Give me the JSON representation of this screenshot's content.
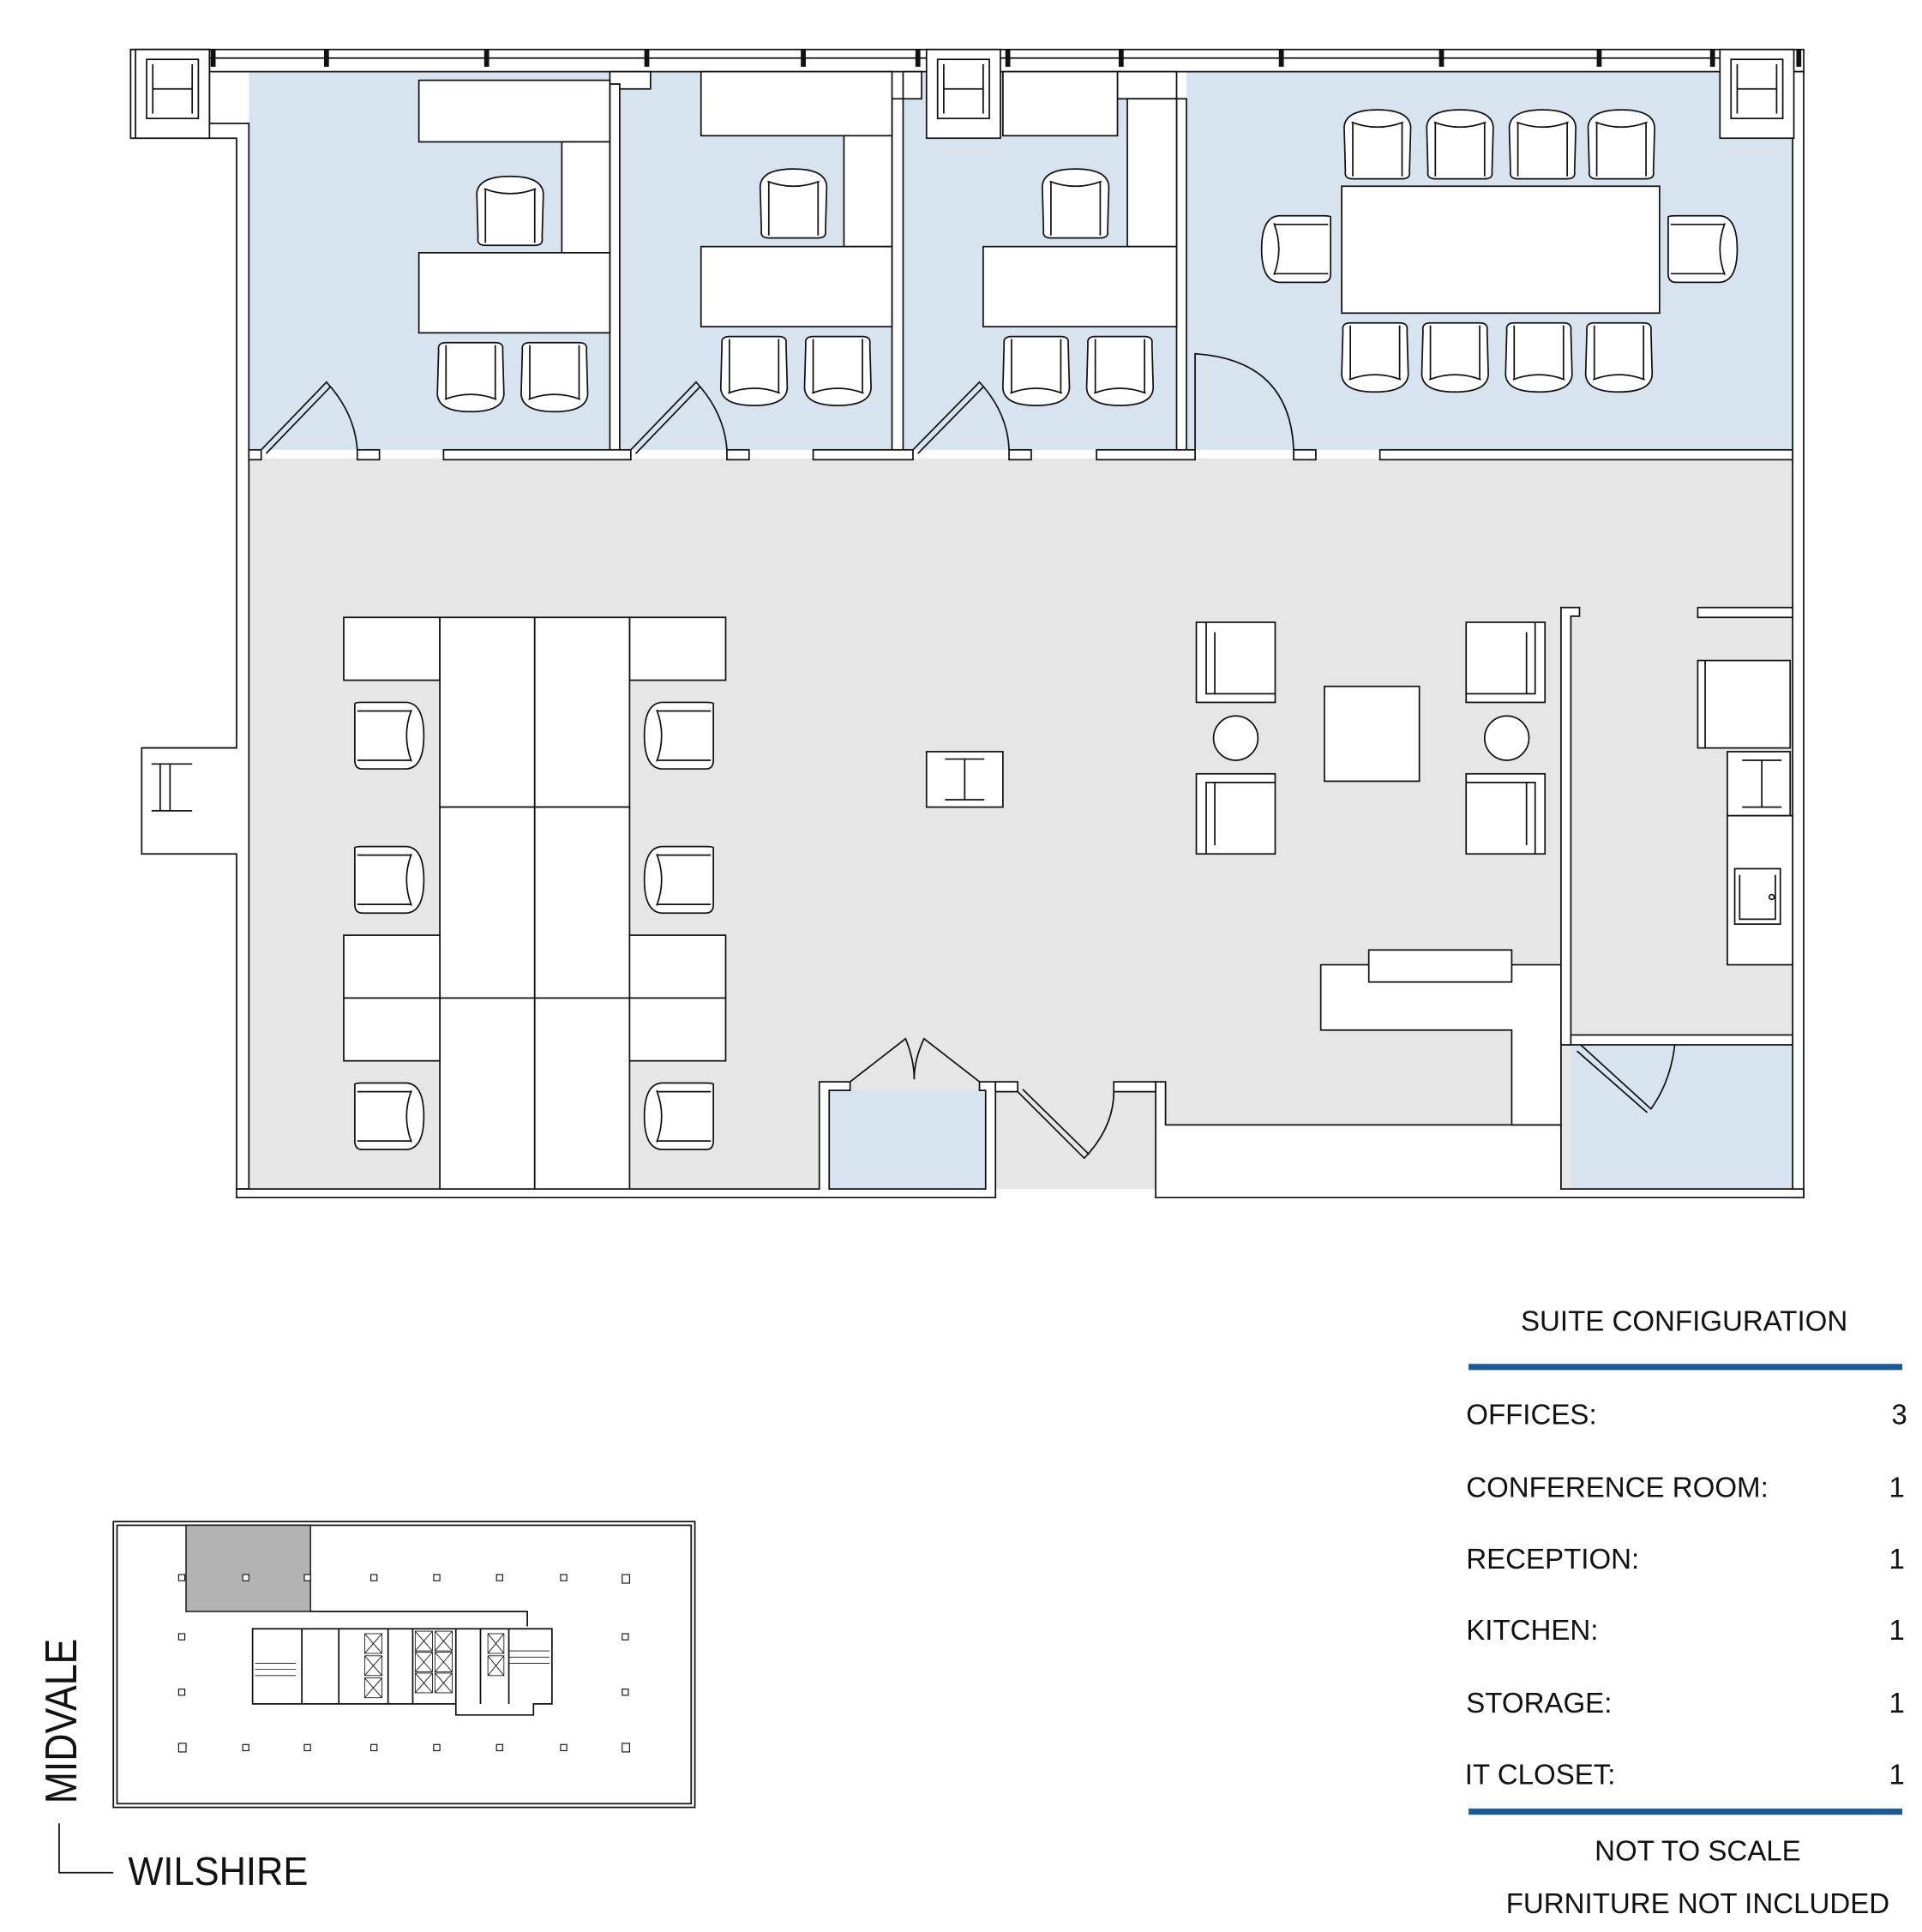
{
  "suite_configuration": {
    "title": "SUITE CONFIGURATION",
    "rows": [
      {
        "label": "OFFICES:",
        "value": "3"
      },
      {
        "label": "CONFERENCE ROOM:",
        "value": "1"
      },
      {
        "label": "RECEPTION:",
        "value": "1"
      },
      {
        "label": "KITCHEN:",
        "value": "1"
      },
      {
        "label": "STORAGE:",
        "value": "1"
      },
      {
        "label": "IT CLOSET:",
        "value": "1"
      }
    ],
    "note_scale": "NOT TO SCALE",
    "note_furniture": "FURNITURE NOT INCLUDED",
    "accent_color": "#1a5a96"
  },
  "key_plan": {
    "street_west": "MIDVALE",
    "street_south": "WILSHIRE",
    "highlight_color": "#b3b3b3"
  },
  "floor_plan": {
    "office_color": "#d7e3ef",
    "open_area_color": "#e6e6e6"
  }
}
